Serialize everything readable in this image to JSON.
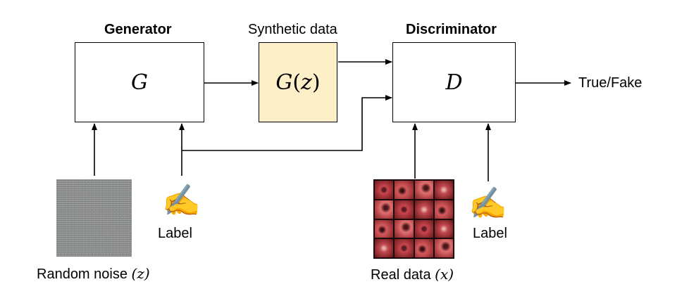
{
  "labels": {
    "generator_title": "Generator",
    "synthetic_title": "Synthetic data",
    "discriminator_title": "Discriminator",
    "output": "True/Fake",
    "label_left": "Label",
    "label_right": "Label",
    "noise_caption_text": "Random noise ",
    "noise_caption_var": "(z)",
    "real_caption_text": "Real data ",
    "real_caption_var": "(x)"
  },
  "math": {
    "generator_symbol": "G",
    "synthetic_fn": "G",
    "synthetic_paren_open": "(",
    "synthetic_arg": "z",
    "synthetic_paren_close": ")",
    "discriminator_symbol": "D"
  },
  "icons": {
    "pen": "✍",
    "noise_image": "random-noise-image",
    "real_data_image": "real-data-grid-image"
  },
  "colors": {
    "synthetic_fill": "#fdf0c9",
    "stroke": "#000000",
    "background": "#ffffff"
  }
}
